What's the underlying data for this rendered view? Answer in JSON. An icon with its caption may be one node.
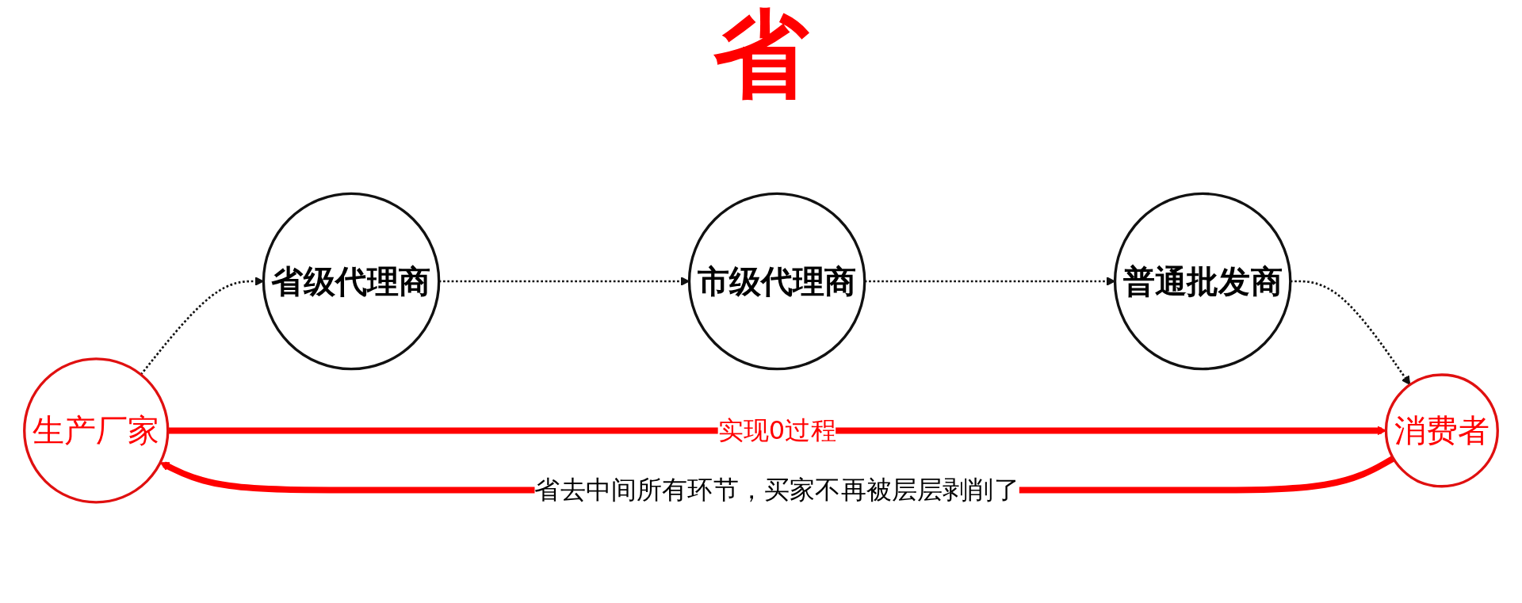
{
  "diagram": {
    "nodes": [
      {
        "text": [
          "生产厂家"
        ]
      },
      {
        "text": [
          "省级代理商"
        ]
      },
      {
        "text": [
          "市级代理商"
        ]
      },
      {
        "text": [
          "普通批发商"
        ]
      },
      {
        "text": [
          "消费者"
        ]
      }
    ],
    "edges": [
      {
        "from": 0,
        "to": 1,
        "arrow": "to",
        "style": "dashed"
      },
      {
        "from": 1,
        "to": 2,
        "arrow": "to",
        "style": "dashed"
      },
      {
        "from": 2,
        "to": 3,
        "arrow": "to",
        "style": "dashed"
      },
      {
        "from": 3,
        "to": 4,
        "arrow": "to",
        "style": "dashed"
      },
      {
        "from": 0,
        "to": 4,
        "arrow": "to",
        "label": "实现0过程",
        "style": "thick",
        "color": "#ff0000"
      },
      {
        "from": 4,
        "to": 0,
        "arrow": "to",
        "label": "省去中间所有环节，买家不再被层层剥削了",
        "style": "thick",
        "color": "#ff0000"
      }
    ],
    "labels": [
      "省"
    ]
  }
}
